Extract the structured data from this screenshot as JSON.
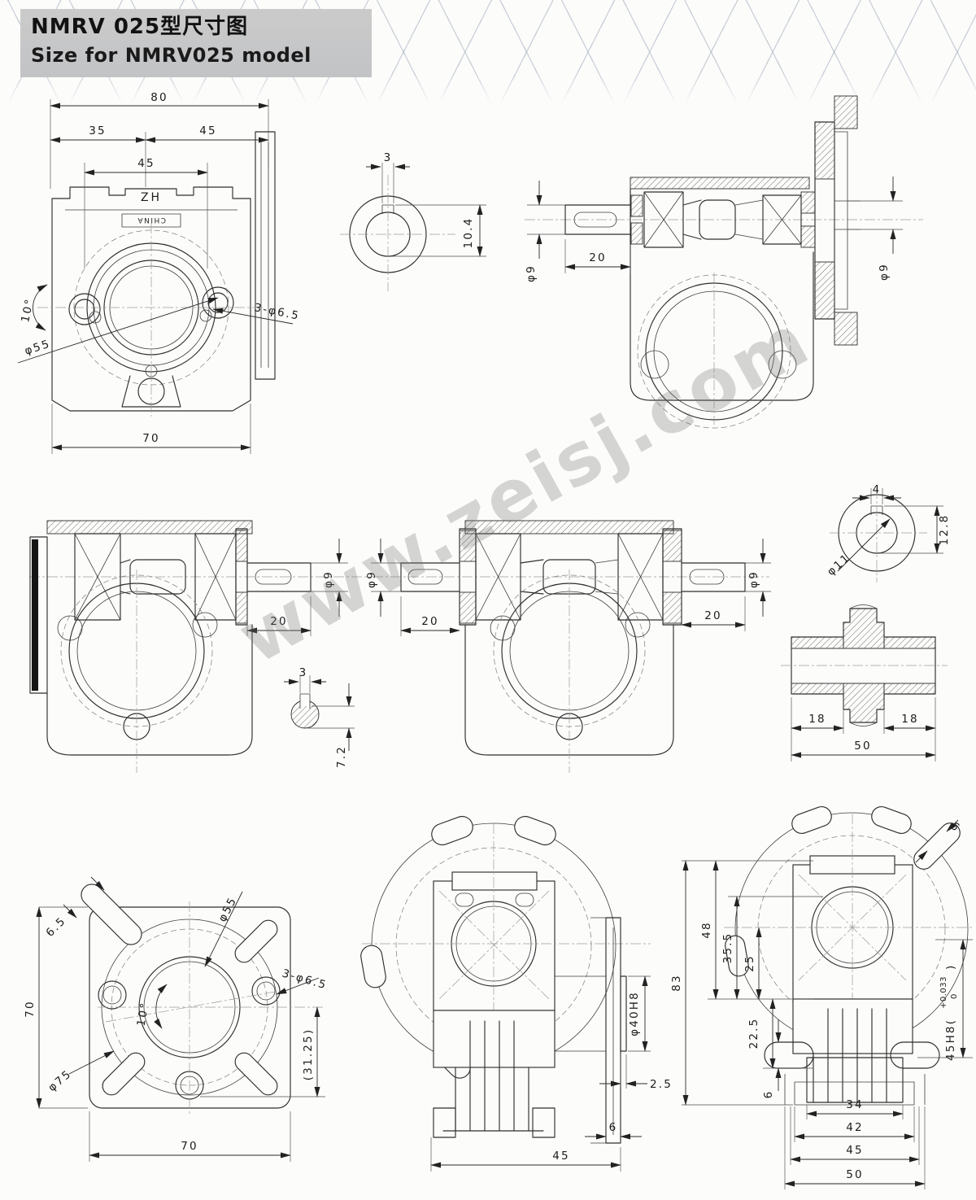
{
  "header": {
    "title_zh": "NMRV 025型尺寸图",
    "title_en": "Size for NMRV025 model"
  },
  "watermark": "www.zeisj.com",
  "views": {
    "front": {
      "d80": "80",
      "d35": "35",
      "d45": "45",
      "d45i": "45",
      "d70": "70",
      "angle": "10°",
      "bolt_circle": "φ55",
      "holes": "3-φ6.5",
      "brand": "ZH",
      "country": "CHINA"
    },
    "input_key": {
      "w": "3",
      "depth": "10.4"
    },
    "input_sect": {
      "dia_left": "φ9",
      "len": "20",
      "dia_right": "φ9"
    },
    "out_single": {
      "dia": "φ9",
      "len": "20",
      "key_w": "3",
      "key_h": "7.2"
    },
    "out_double": {
      "dia_left": "φ9",
      "len_left": "20",
      "len_right": "20",
      "dia_right": "φ9"
    },
    "hollow_key": {
      "w": "4",
      "depth": "12.8",
      "bore": "φ11"
    },
    "wheel": {
      "hub_left": "18",
      "hub_right": "18",
      "total": "50"
    },
    "back": {
      "slot": "6.5",
      "bolt_circle": "φ55",
      "holes": "3-φ6.5",
      "angle": "10°",
      "height": "70",
      "outer": "φ75",
      "offset": "(31.25)",
      "width": "70"
    },
    "side": {
      "bore": "φ40H8",
      "lip": "2.5",
      "plate": "6",
      "len": "45"
    },
    "side2": {
      "slot": "6",
      "total": "83",
      "h48": "48",
      "h355": "35.5",
      "h25": "25",
      "h225": "22.5",
      "h6": "6",
      "w34": "34",
      "w42": "42",
      "w45": "45",
      "w50": "50",
      "fit": "45H8(",
      "tol_hi": "+0.033",
      "tol_lo": "0",
      "fit_close": ")"
    }
  }
}
